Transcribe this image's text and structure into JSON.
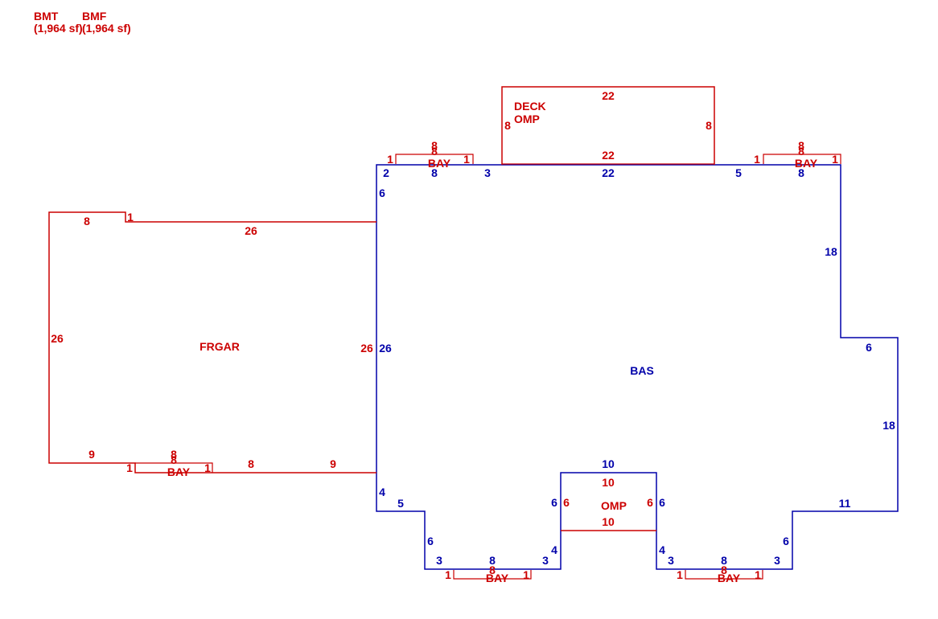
{
  "colors": {
    "red": "#cc0000",
    "blue": "#0000aa",
    "background": "#ffffff"
  },
  "header": {
    "bmt_label": "BMT",
    "bmt_area": "(1,964 sf)",
    "bmf_label": "BMF",
    "bmf_area": "(1,964 sf)"
  },
  "areas": {
    "bas": "BAS",
    "frgar": "FRGAR",
    "deck_omp_line1": "DECK",
    "deck_omp_line2": "OMP",
    "omp": "OMP",
    "bay_top_left": "BAY",
    "bay_top_right": "BAY",
    "bay_left": "BAY",
    "bay_bottom_left": "BAY",
    "bay_bottom_right": "BAY"
  },
  "dims": {
    "bas_2": "2",
    "bas_8a": "8",
    "bas_3a": "3",
    "bas_22": "22",
    "bas_5a": "5",
    "bas_8b": "8",
    "bas_6a": "6",
    "bas_18a": "18",
    "bas_6b": "6",
    "bas_26": "26",
    "bas_18b": "18",
    "bas_10": "10",
    "bas_4a": "4",
    "bas_5b": "5",
    "bas_6c": "6",
    "bas_6d": "6",
    "bas_11": "11",
    "bas_6e": "6",
    "bas_3b": "3",
    "bas_8c": "8",
    "bas_3c": "3",
    "bas_4b": "4",
    "bas_4c": "4",
    "bas_3d": "3",
    "bas_8d": "8",
    "bas_3e": "3",
    "deck_22a": "22",
    "deck_22b": "22",
    "deck_8a": "8",
    "deck_8b": "8",
    "gar_8": "8",
    "gar_1": "1",
    "gar_26a": "26",
    "gar_26b": "26",
    "gar_26c": "26",
    "gar_9a": "9",
    "gar_8b": "8",
    "gar_9b": "9",
    "omp_10a": "10",
    "omp_10b": "10",
    "omp_6a": "6",
    "omp_6b": "6",
    "bay_tl_8": "8",
    "bay_tl_1a": "1",
    "bay_tl_1b": "1",
    "bay_tr_8": "8",
    "bay_tr_1a": "1",
    "bay_tr_1b": "1",
    "bay_l_8": "8",
    "bay_l_1a": "1",
    "bay_l_1b": "1",
    "bay_bl_8": "8",
    "bay_bl_1a": "1",
    "bay_bl_1b": "1",
    "bay_br_8": "8",
    "bay_br_1a": "1",
    "bay_br_1b": "1"
  }
}
